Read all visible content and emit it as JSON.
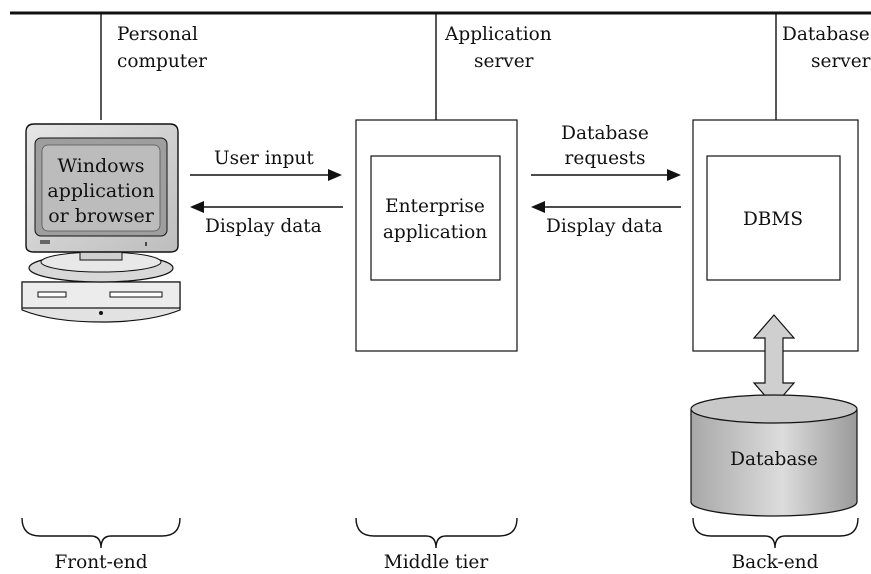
{
  "top_labels": {
    "personal_computer": [
      "Personal",
      "computer"
    ],
    "application_server": [
      "Application",
      "server"
    ],
    "database_server": [
      "Database",
      "server"
    ]
  },
  "screen_text": [
    "Windows",
    "application",
    "or browser"
  ],
  "arrows": {
    "user_input": "User input",
    "display_data_left": "Display data",
    "database_requests": [
      "Database",
      "requests"
    ],
    "display_data_right": "Display data"
  },
  "boxes": {
    "enterprise_application": [
      "Enterprise",
      "application"
    ],
    "dbms": "DBMS"
  },
  "cylinder_label": "Database",
  "tiers": {
    "front_end": "Front-end",
    "middle_tier": "Middle tier",
    "back_end": "Back-end"
  },
  "colors": {
    "line": "#111111",
    "monitor_gray": "#d6d6d6",
    "screen_gray": "#b8b8b8",
    "cylinder_top": "#c8c8c8",
    "cylinder_side": "#bdbdbd",
    "double_arrow": "#c9c9c9"
  }
}
